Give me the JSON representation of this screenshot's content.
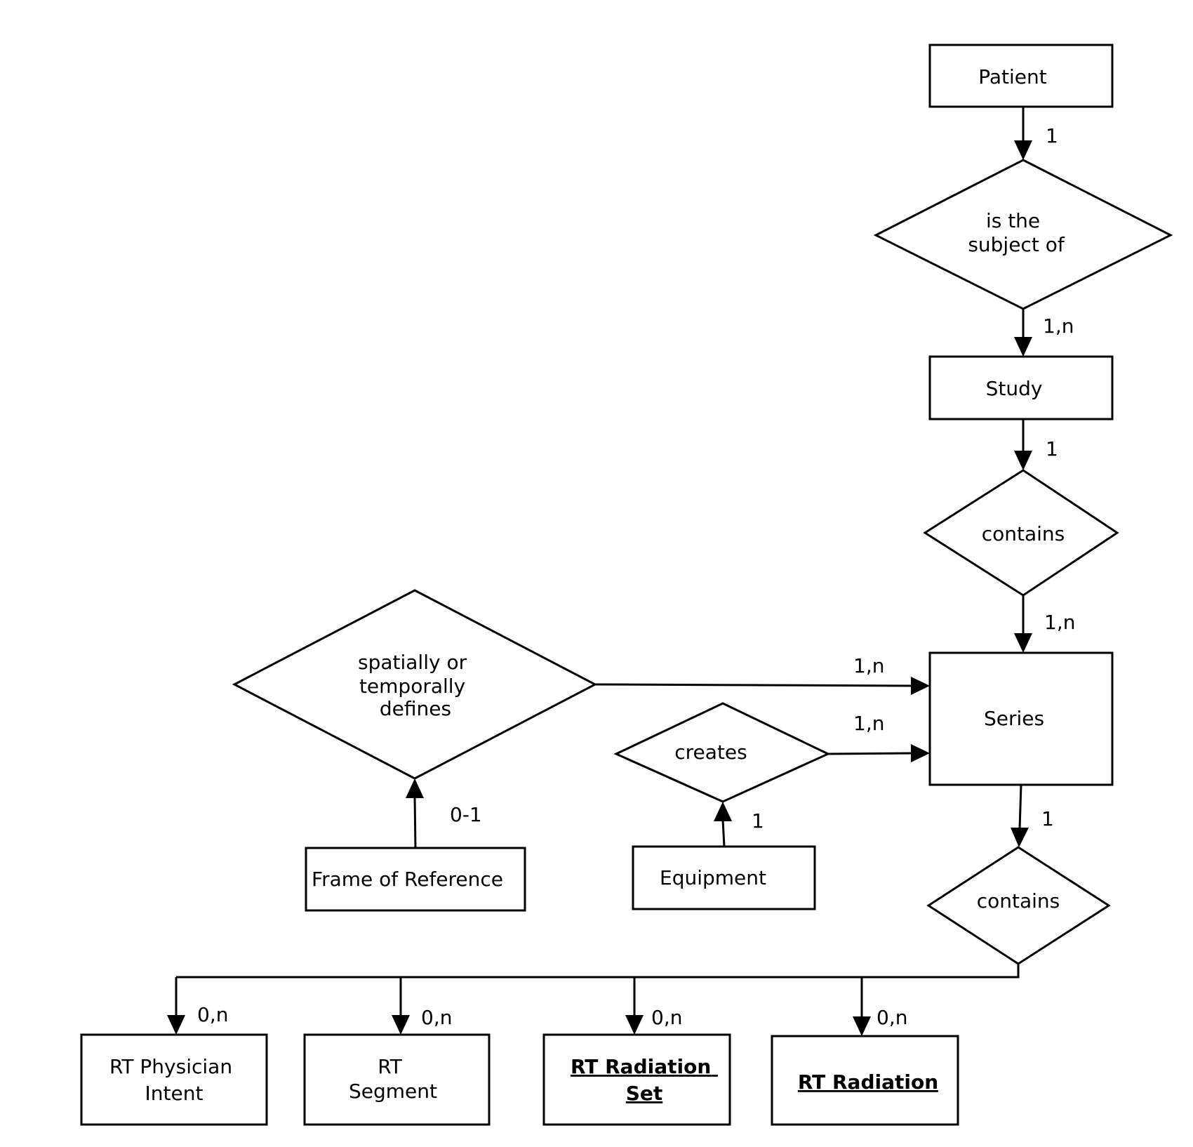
{
  "entities": {
    "patient": "Patient",
    "study": "Study",
    "series": "Series",
    "frame_of_reference": "Frame of Reference",
    "equipment": "Equipment",
    "rt_physician_intent": [
      "RT Physician",
      "Intent"
    ],
    "rt_segment": [
      "RT",
      "Segment"
    ],
    "rt_radiation_set": [
      "RT Radiation",
      "Set"
    ],
    "rt_radiation": "RT Radiation"
  },
  "relationships": {
    "is_subject_of": [
      "is the",
      "subject of"
    ],
    "contains_study": "contains",
    "spatially_defines": [
      "spatially or",
      "temporally",
      "defines"
    ],
    "creates": "creates",
    "contains_series": "contains"
  },
  "cardinalities": {
    "patient_rel": "1",
    "rel_study": "1,n",
    "study_rel": "1",
    "rel_series": "1,n",
    "spatial_series": "1,n",
    "creates_series": "1,n",
    "frame_spatial": "0-1",
    "equipment_creates": "1",
    "series_contains": "1",
    "physician": "0,n",
    "segment": "0,n",
    "radset": "0,n",
    "radiation": "0,n"
  }
}
